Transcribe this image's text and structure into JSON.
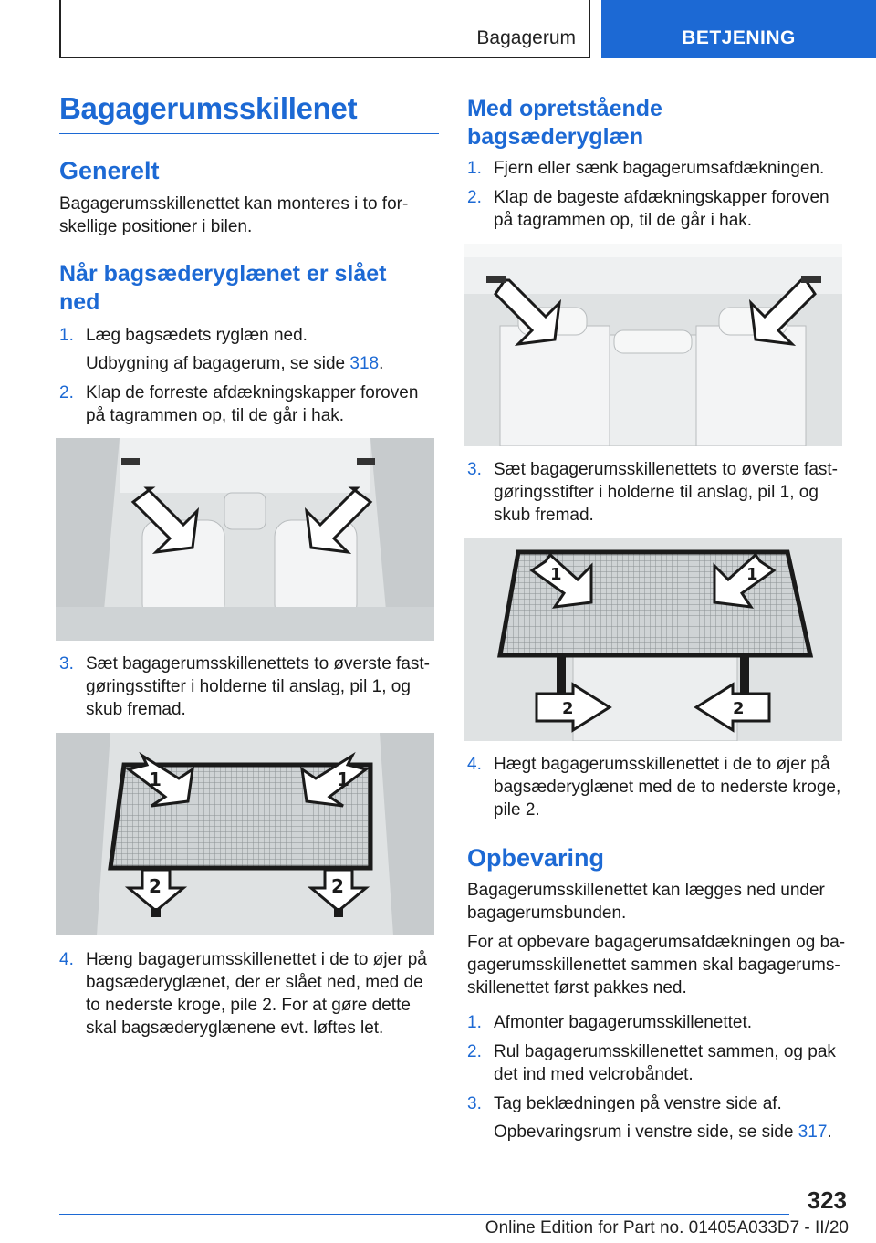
{
  "header": {
    "section": "Bagagerum",
    "chapter": "BETJENING"
  },
  "left": {
    "title": "Bagagerumsskillenet",
    "generelt_heading": "Generelt",
    "generelt_text": "Bagagerumsskillenettet kan monteres i to for-skellige positioner i bilen.",
    "fold_heading": "Når bagsæderyglænet er slået ned",
    "steps": [
      {
        "num": "1.",
        "text": "Læg bagsædets ryglæn ned.",
        "sub": "Udbygning af bagagerum, se side ",
        "link": "318",
        "sub_end": "."
      },
      {
        "num": "2.",
        "text": "Klap de forreste afdækningskapper foroven på tagrammen op, til de går i hak."
      },
      {
        "num": "3.",
        "text": "Sæt bagagerumsskillenettets to øverste fast-gøringsstifter i holderne til anslag, pil 1, og skub fremad."
      },
      {
        "num": "4.",
        "text": "Hæng bagagerumsskillenettet i de to øjer på bagsæderyglænet, der er slået ned, med de to nederste kroge, pile 2. For at gøre dette skal bagsæderyglænene evt. løftes let."
      }
    ],
    "fig_labels": {
      "one": "1",
      "two": "2"
    }
  },
  "right": {
    "upright_heading": "Med opretstående bagsæderyglæn",
    "steps": [
      {
        "num": "1.",
        "text": "Fjern eller sænk bagagerumsafdækningen."
      },
      {
        "num": "2.",
        "text": "Klap de bageste afdækningskapper foroven på tagrammen op, til de går i hak."
      },
      {
        "num": "3.",
        "text": "Sæt bagagerumsskillenettets to øverste fast-gøringsstifter i holderne til anslag, pil 1, og skub fremad."
      },
      {
        "num": "4.",
        "text": "Hægt bagagerumsskillenettet i de to øjer på bagsæderyglænet med de to nederste kroge, pile 2."
      }
    ],
    "opbevaring_heading": "Opbevaring",
    "opbevaring_p1": "Bagagerumsskillenettet kan lægges ned under bagagerumsbunden.",
    "opbevaring_p2": "For at opbevare bagagerumsafdækningen og ba-gagerumsskillenettet sammen skal bagagerums-skillenettet først pakkes ned.",
    "storage_steps": [
      {
        "num": "1.",
        "text": "Afmonter bagagerumsskillenettet."
      },
      {
        "num": "2.",
        "text": "Rul bagagerumsskillenettet sammen, og pak det ind med velcrobåndet."
      },
      {
        "num": "3.",
        "text": "Tag beklædningen på venstre side af.",
        "sub": "Opbevaringsrum i venstre side, se side ",
        "link": "317",
        "sub_end": "."
      }
    ]
  },
  "footer": {
    "page_number": "323",
    "edition": "Online Edition for Part no. 01405A033D7 - II/20"
  }
}
